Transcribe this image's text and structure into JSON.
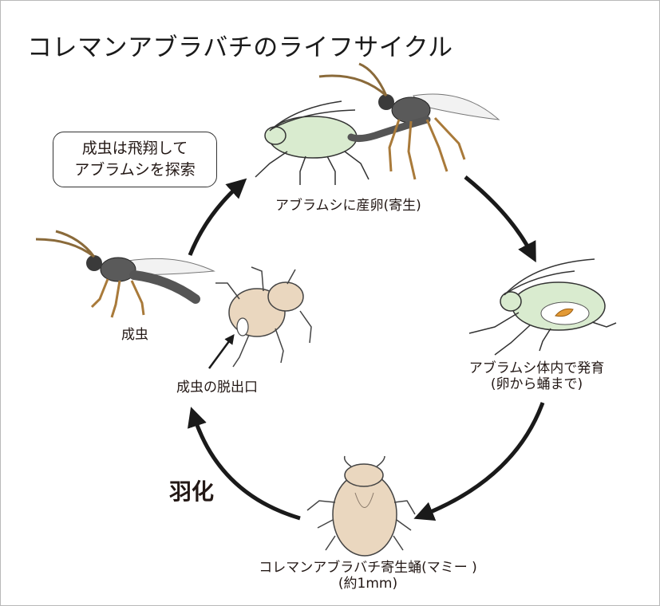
{
  "title": "コレマンアブラバチのライフサイクル",
  "callout": {
    "line1": "成虫は飛翔して",
    "line2": "アブラムシを探索"
  },
  "labels": {
    "oviposition": "アブラムシに産卵(寄生)",
    "development_line1": "アブラムシ体内で発育",
    "development_line2": "(卵から蛹まで)",
    "mummy_line1": "コレマンアブラバチ寄生蛹(マミー )",
    "mummy_line2": "(約1mm)",
    "exit_hole": "成虫の脱出口",
    "adult": "成虫",
    "hatching": "羽化"
  },
  "colors": {
    "aphid_green": "#d9ebcf",
    "wasp_dark": "#5a5a5a",
    "wasp_leg": "#a97a3a",
    "mummy_tan": "#ead7bf",
    "larva_orange": "#e39a35",
    "arrow": "#1a1a1a"
  }
}
